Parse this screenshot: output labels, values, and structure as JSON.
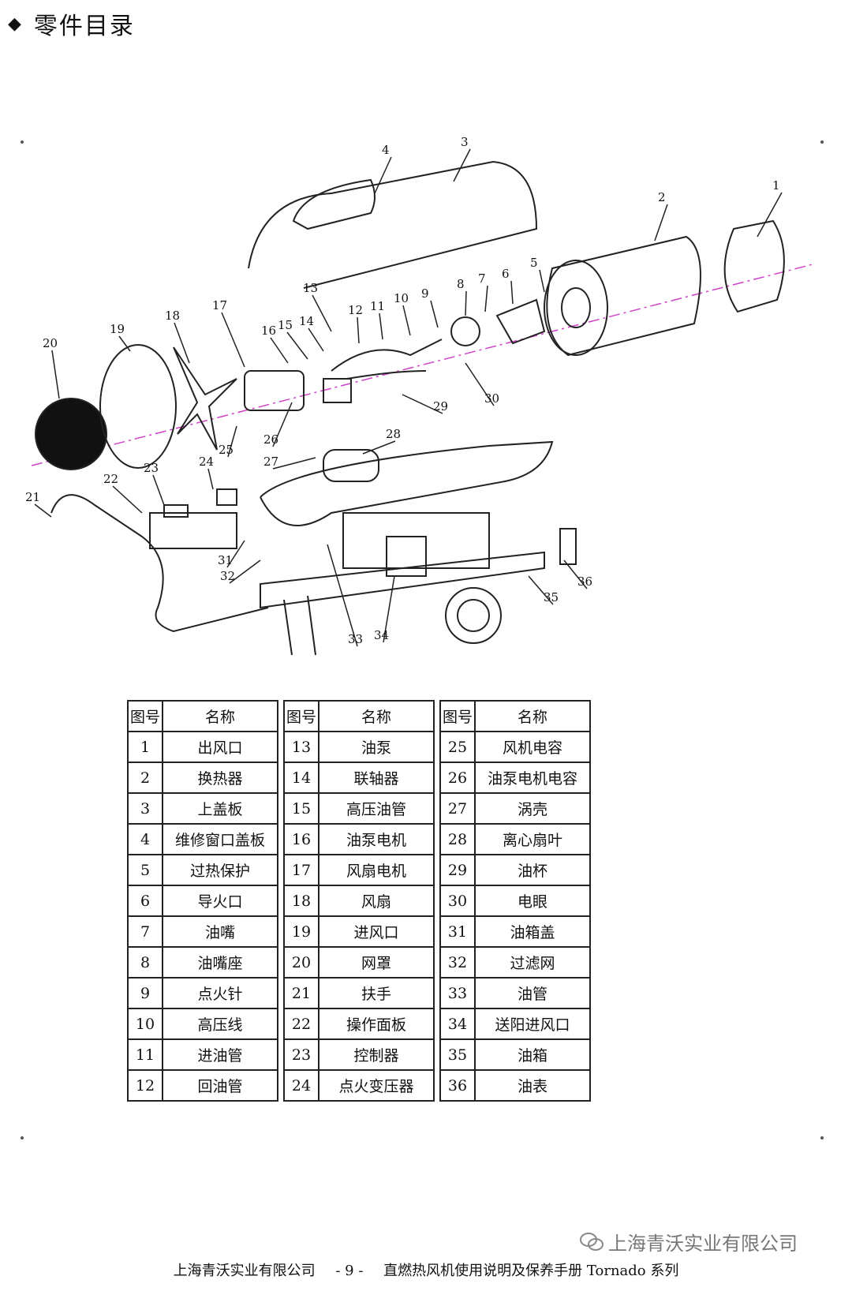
{
  "heading": "零件目录",
  "diagram_labels": [
    "1",
    "2",
    "3",
    "4",
    "5",
    "6",
    "7",
    "8",
    "9",
    "10",
    "11",
    "12",
    "13",
    "14",
    "15",
    "16",
    "17",
    "18",
    "19",
    "20",
    "21",
    "22",
    "23",
    "24",
    "25",
    "26",
    "27",
    "28",
    "29",
    "30",
    "31",
    "32",
    "33",
    "34",
    "35",
    "36"
  ],
  "table": {
    "header_num": "图号",
    "header_name": "名称",
    "rows": [
      [
        {
          "n": "1",
          "name": "出风口"
        },
        {
          "n": "13",
          "name": "油泵"
        },
        {
          "n": "25",
          "name": "风机电容"
        }
      ],
      [
        {
          "n": "2",
          "name": "换热器"
        },
        {
          "n": "14",
          "name": "联轴器"
        },
        {
          "n": "26",
          "name": "油泵电机电容"
        }
      ],
      [
        {
          "n": "3",
          "name": "上盖板"
        },
        {
          "n": "15",
          "name": "高压油管"
        },
        {
          "n": "27",
          "name": "涡壳"
        }
      ],
      [
        {
          "n": "4",
          "name": "维修窗口盖板"
        },
        {
          "n": "16",
          "name": "油泵电机"
        },
        {
          "n": "28",
          "name": "离心扇叶"
        }
      ],
      [
        {
          "n": "5",
          "name": "过热保护"
        },
        {
          "n": "17",
          "name": "风扇电机"
        },
        {
          "n": "29",
          "name": "油杯"
        }
      ],
      [
        {
          "n": "6",
          "name": "导火口"
        },
        {
          "n": "18",
          "name": "风扇"
        },
        {
          "n": "30",
          "name": "电眼"
        }
      ],
      [
        {
          "n": "7",
          "name": "油嘴"
        },
        {
          "n": "19",
          "name": "进风口"
        },
        {
          "n": "31",
          "name": "油箱盖"
        }
      ],
      [
        {
          "n": "8",
          "name": "油嘴座"
        },
        {
          "n": "20",
          "name": "网罩"
        },
        {
          "n": "32",
          "name": "过滤网"
        }
      ],
      [
        {
          "n": "9",
          "name": "点火针"
        },
        {
          "n": "21",
          "name": "扶手"
        },
        {
          "n": "33",
          "name": "油管"
        }
      ],
      [
        {
          "n": "10",
          "name": "高压线"
        },
        {
          "n": "22",
          "name": "操作面板"
        },
        {
          "n": "34",
          "name": "送阳进风口"
        }
      ],
      [
        {
          "n": "11",
          "name": "进油管"
        },
        {
          "n": "23",
          "name": "控制器"
        },
        {
          "n": "35",
          "name": "油箱"
        }
      ],
      [
        {
          "n": "12",
          "name": "回油管"
        },
        {
          "n": "24",
          "name": "点火变压器"
        },
        {
          "n": "36",
          "name": "油表"
        }
      ]
    ]
  },
  "footer": {
    "company": "上海青沃实业有限公司",
    "page": "- 9 -",
    "manual": "直燃热风机使用说明及保养手册 Tornado 系列"
  },
  "watermark": "上海青沃实业有限公司",
  "colors": {
    "axis_line": "#d040c8",
    "ink": "#222222"
  }
}
